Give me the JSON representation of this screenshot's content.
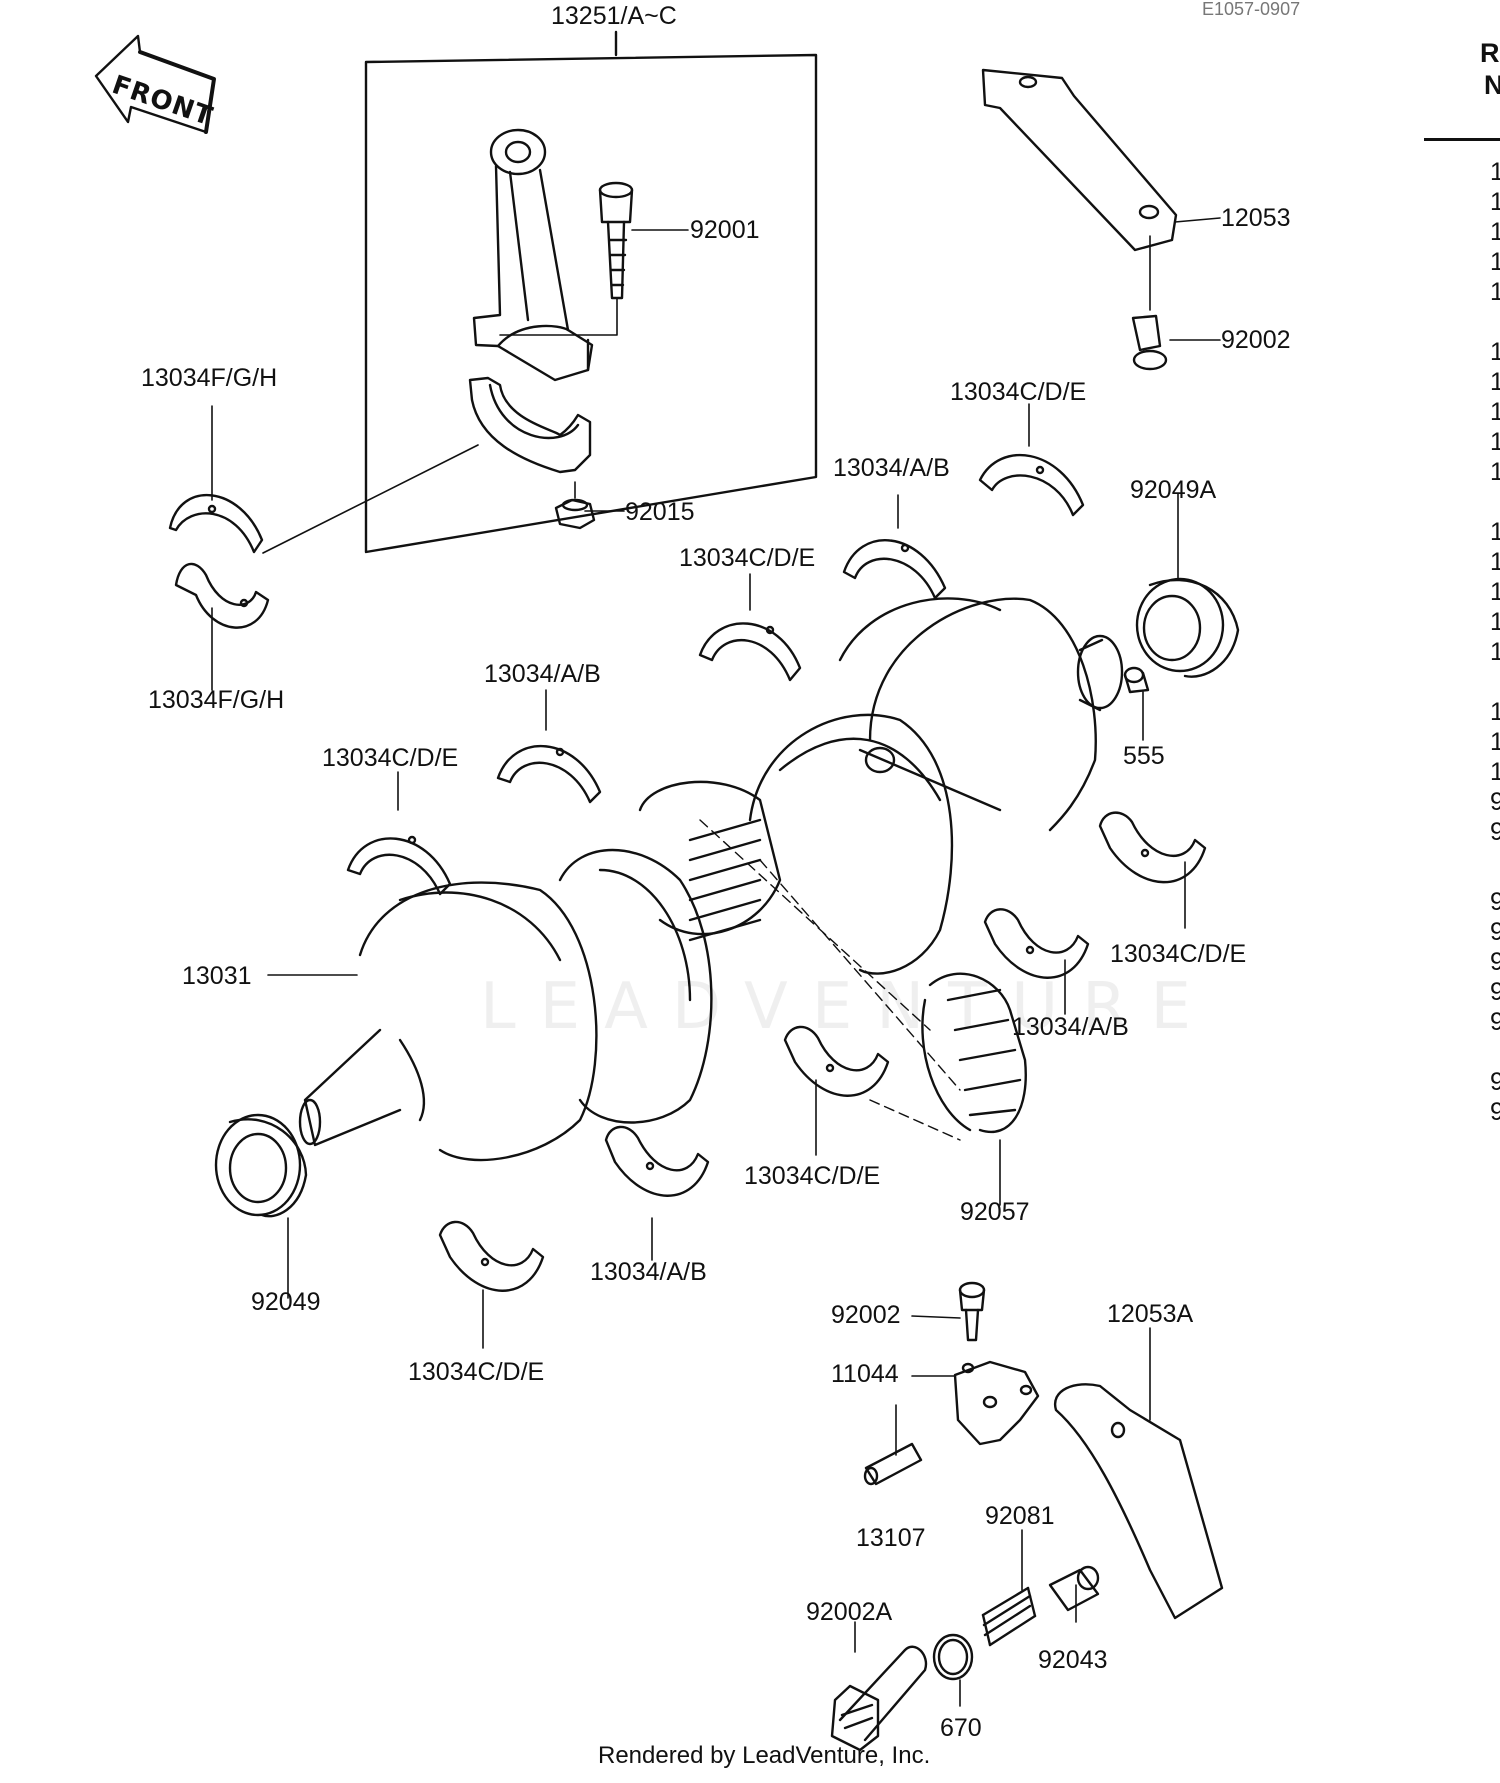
{
  "figure_code": "E1057-0907",
  "direction_label": "FRONT",
  "watermark": "LEADVENTURE",
  "footer": "Rendered by LeadVenture, Inc.",
  "ref_column_header": [
    "R",
    "N"
  ],
  "ref_column_fragments": [
    "1",
    "1",
    "1",
    "1",
    "1",
    "1",
    "1",
    "1",
    "1",
    "1",
    "1",
    "1",
    "1",
    "1",
    "1",
    "1",
    "1",
    "1",
    "9",
    "9",
    "9",
    "9",
    "9",
    "9",
    "9",
    "9",
    "9"
  ],
  "callouts": [
    {
      "id": "c1",
      "text": "13251/A~C"
    },
    {
      "id": "c2",
      "text": "92001"
    },
    {
      "id": "c3",
      "text": "12053"
    },
    {
      "id": "c4",
      "text": "92002"
    },
    {
      "id": "c5",
      "text": "13034F/G/H"
    },
    {
      "id": "c6",
      "text": "13034C/D/E"
    },
    {
      "id": "c7",
      "text": "92015"
    },
    {
      "id": "c8",
      "text": "13034/A/B"
    },
    {
      "id": "c9",
      "text": "92049A"
    },
    {
      "id": "c10",
      "text": "13034C/D/E"
    },
    {
      "id": "c11",
      "text": "13034F/G/H"
    },
    {
      "id": "c12",
      "text": "13034/A/B"
    },
    {
      "id": "c13",
      "text": "555"
    },
    {
      "id": "c14",
      "text": "13034C/D/E"
    },
    {
      "id": "c15",
      "text": "13031"
    },
    {
      "id": "c16",
      "text": "13034C/D/E"
    },
    {
      "id": "c17",
      "text": "13034/A/B"
    },
    {
      "id": "c18",
      "text": "92057"
    },
    {
      "id": "c19",
      "text": "13034C/D/E"
    },
    {
      "id": "c20",
      "text": "92049"
    },
    {
      "id": "c21",
      "text": "13034/A/B"
    },
    {
      "id": "c22",
      "text": "13034C/D/E"
    },
    {
      "id": "c23",
      "text": "92002"
    },
    {
      "id": "c24",
      "text": "12053A"
    },
    {
      "id": "c25",
      "text": "11044"
    },
    {
      "id": "c26",
      "text": "13107"
    },
    {
      "id": "c27",
      "text": "92081"
    },
    {
      "id": "c28",
      "text": "92002A"
    },
    {
      "id": "c29",
      "text": "92043"
    },
    {
      "id": "c30",
      "text": "670"
    }
  ]
}
